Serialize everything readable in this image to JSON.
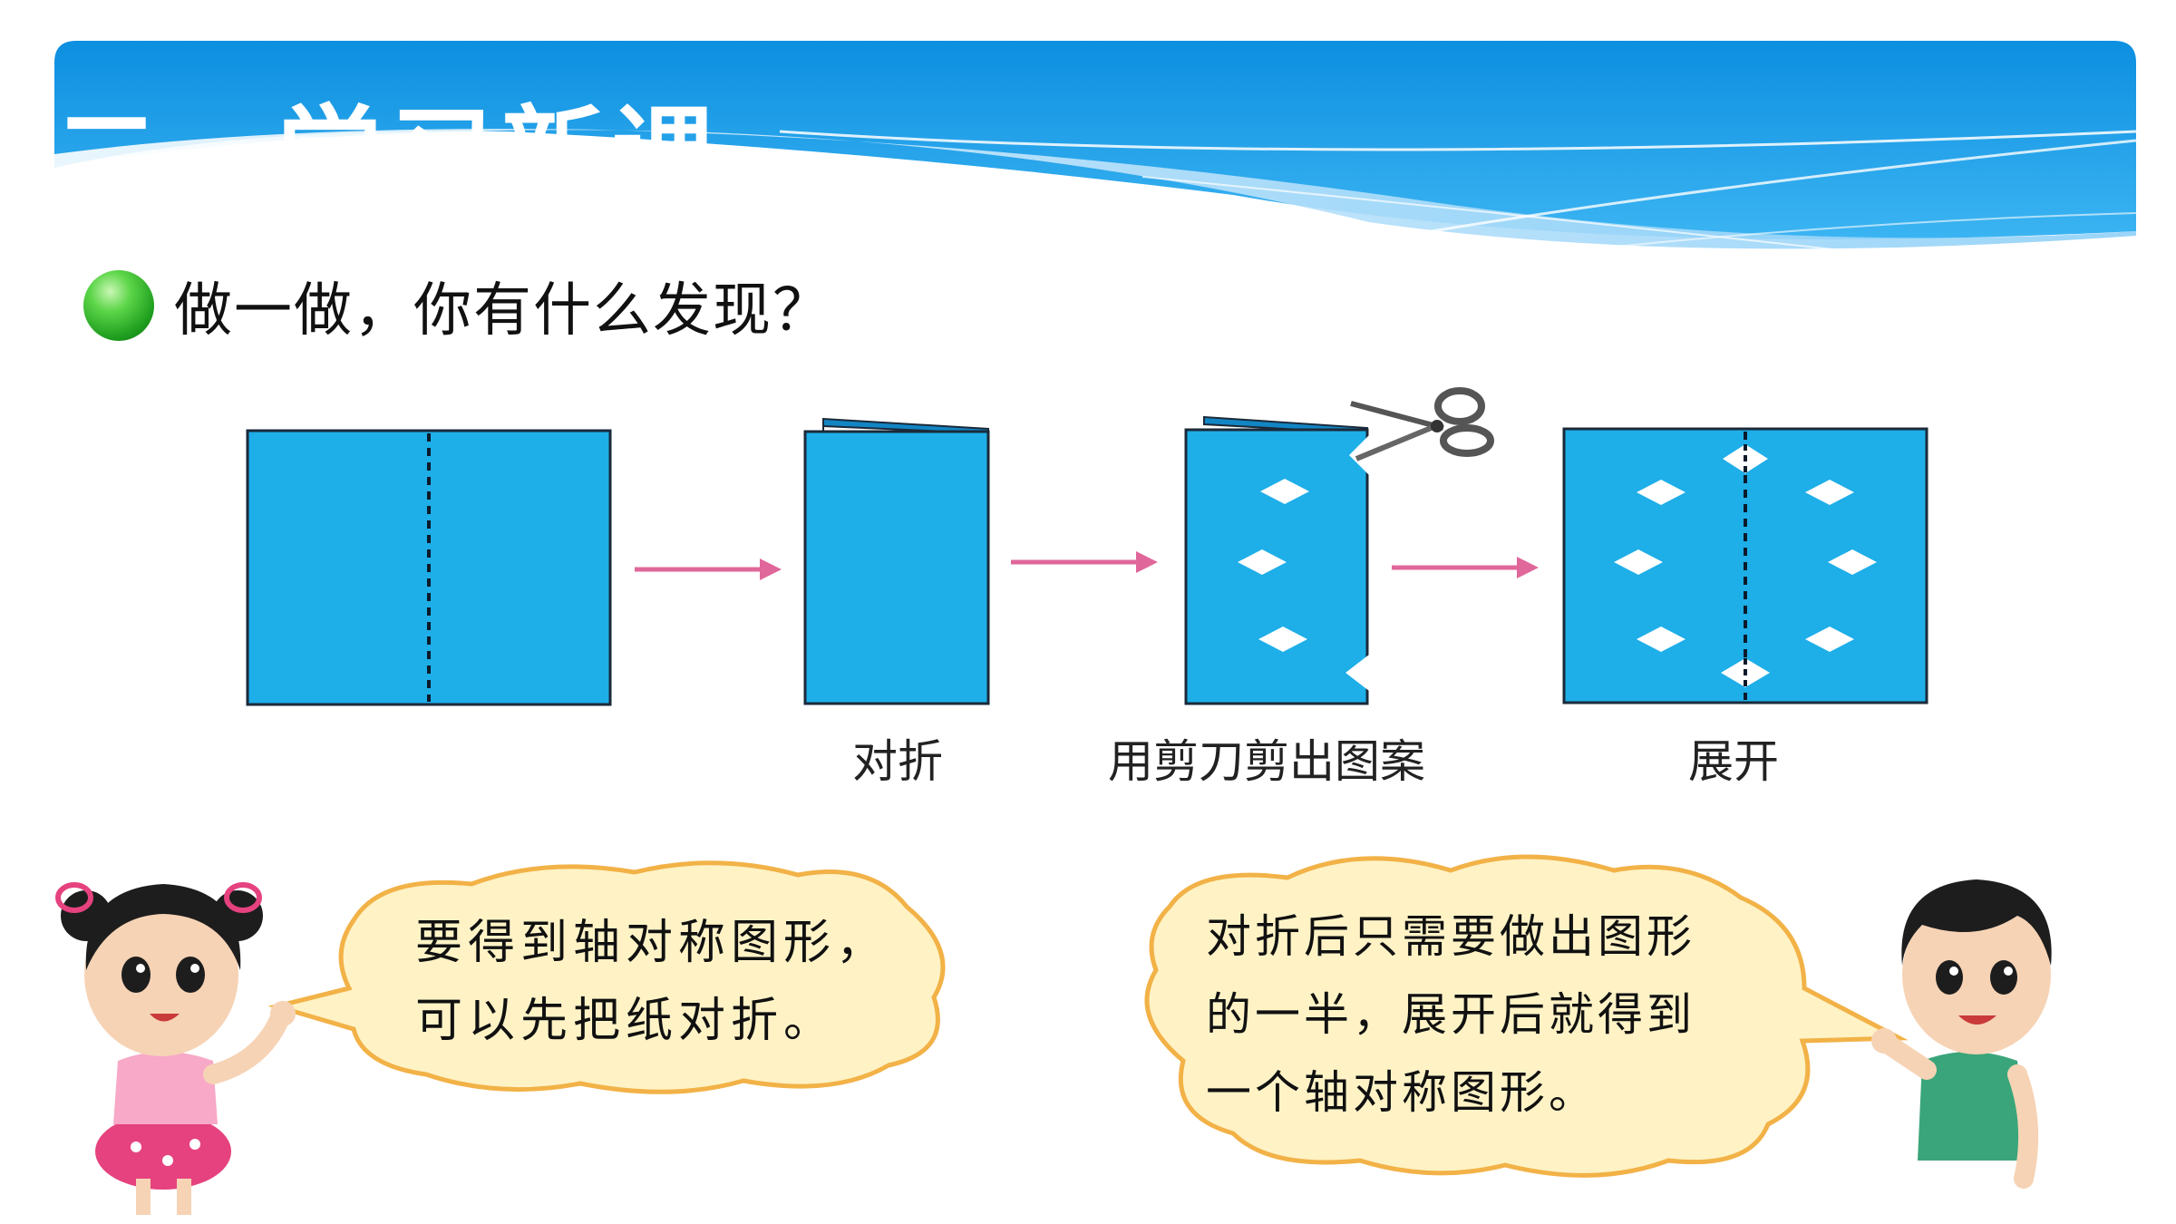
{
  "header": {
    "title": "二、学习新课"
  },
  "prompt": {
    "text": "做一做，你有什么发现？",
    "bullet_icon": "green-dot-icon"
  },
  "steps": [
    {
      "label": "对折"
    },
    {
      "label": "用剪刀剪出图案"
    },
    {
      "label": "展开"
    }
  ],
  "bubbles": {
    "girl": {
      "line1": "要得到轴对称图形，",
      "line2": "可以先把纸对折。"
    },
    "boy": {
      "line1": "对折后只需要做出图形",
      "line2": "的一半，展开后就得到",
      "line3": "一个轴对称图形。"
    }
  },
  "colors": {
    "paper": "#1eaee8",
    "arrow": "#e0679a",
    "banner": "#1a9de6",
    "bubble": "#fff3c6",
    "bubble_border": "#f2b247"
  }
}
